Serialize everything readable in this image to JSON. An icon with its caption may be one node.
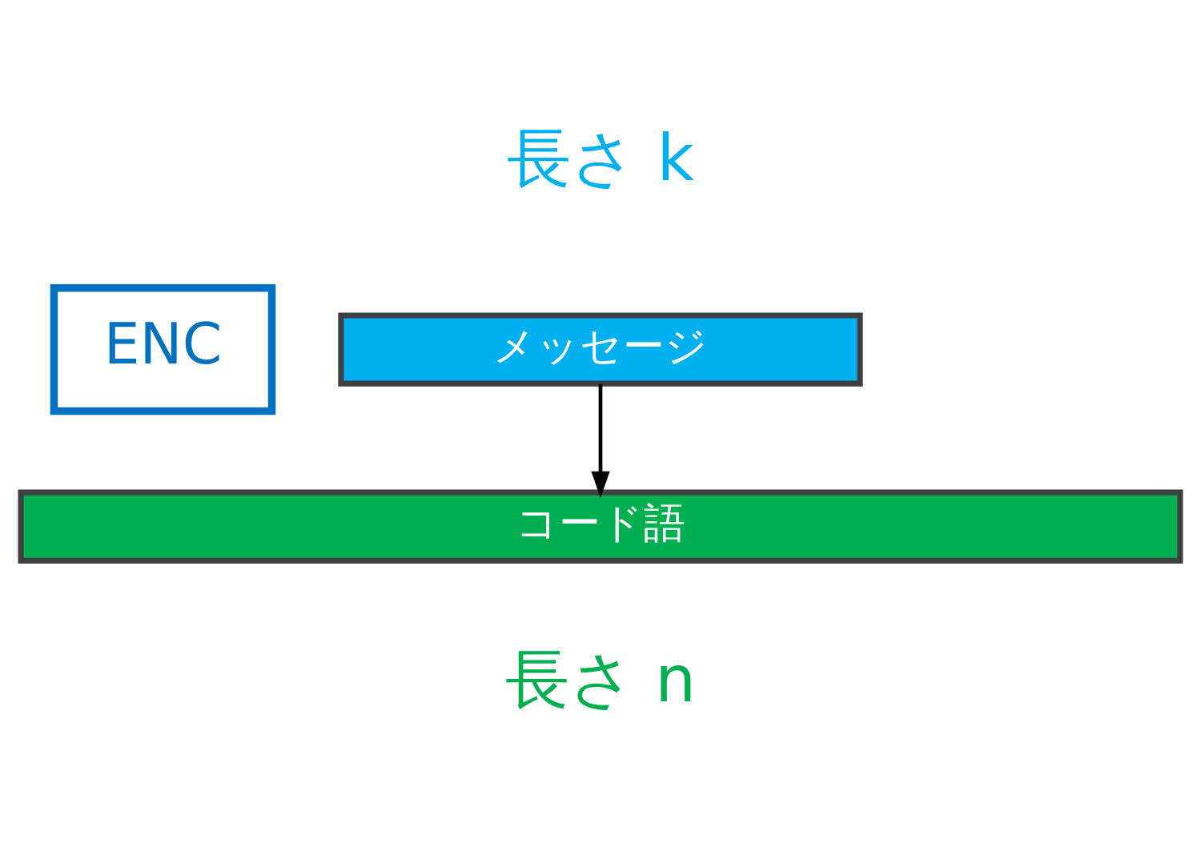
{
  "diagram": {
    "nodes": [
      {
        "text": [
          "ENC"
        ]
      },
      {
        "text": [
          "メッセージ"
        ]
      },
      {
        "text": [
          "コード語"
        ]
      }
    ],
    "edges": [
      {
        "from": 1,
        "to": 2,
        "arrow": "to"
      }
    ],
    "labels": [
      "長さ k",
      "長さ n"
    ]
  }
}
